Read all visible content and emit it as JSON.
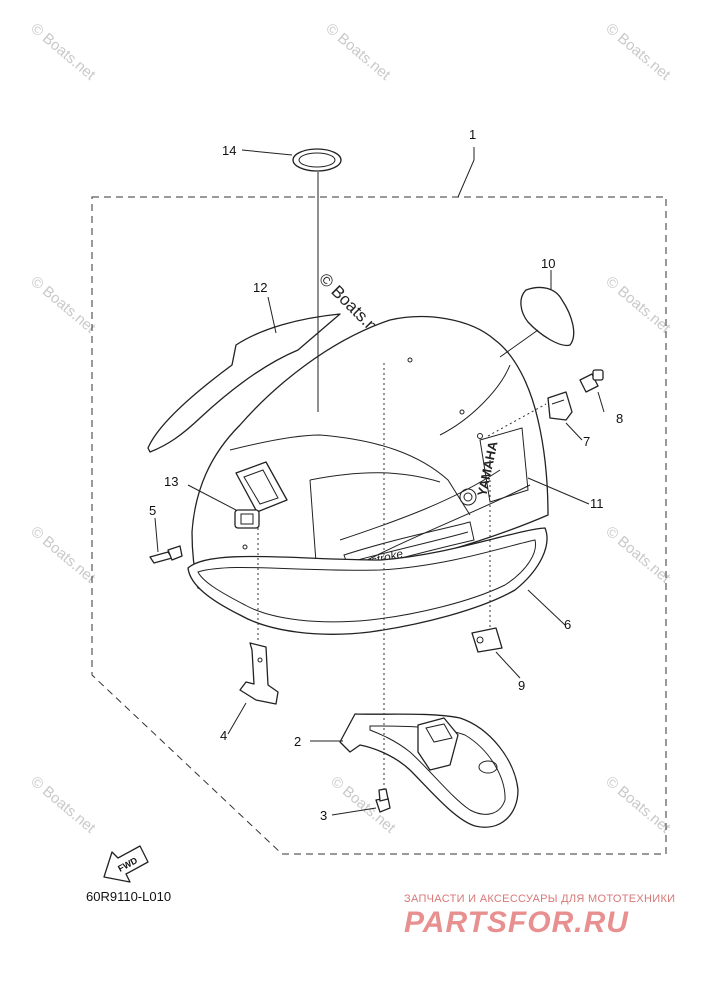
{
  "watermark": "© Boats.net",
  "callouts": [
    {
      "id": "c1",
      "text": "1"
    },
    {
      "id": "c2",
      "text": "2"
    },
    {
      "id": "c3",
      "text": "3"
    },
    {
      "id": "c4",
      "text": "4"
    },
    {
      "id": "c5",
      "text": "5"
    },
    {
      "id": "c6",
      "text": "6"
    },
    {
      "id": "c7",
      "text": "7"
    },
    {
      "id": "c8",
      "text": "8"
    },
    {
      "id": "c9",
      "text": "9"
    },
    {
      "id": "c10",
      "text": "10"
    },
    {
      "id": "c11",
      "text": "11"
    },
    {
      "id": "c12",
      "text": "12"
    },
    {
      "id": "c13",
      "text": "13"
    },
    {
      "id": "c14",
      "text": "14"
    }
  ],
  "cover_brand": "YAMAHA",
  "cover_script": "fourstroke",
  "fwd_label": "FWD",
  "diagram_code": "60R9110-L010",
  "shop_tagline": "ЗАПЧАСТИ И АКСЕССУАРЫ ДЛЯ МОТОТЕХНИКИ",
  "shop_brand": "PARTSFOR.RU"
}
